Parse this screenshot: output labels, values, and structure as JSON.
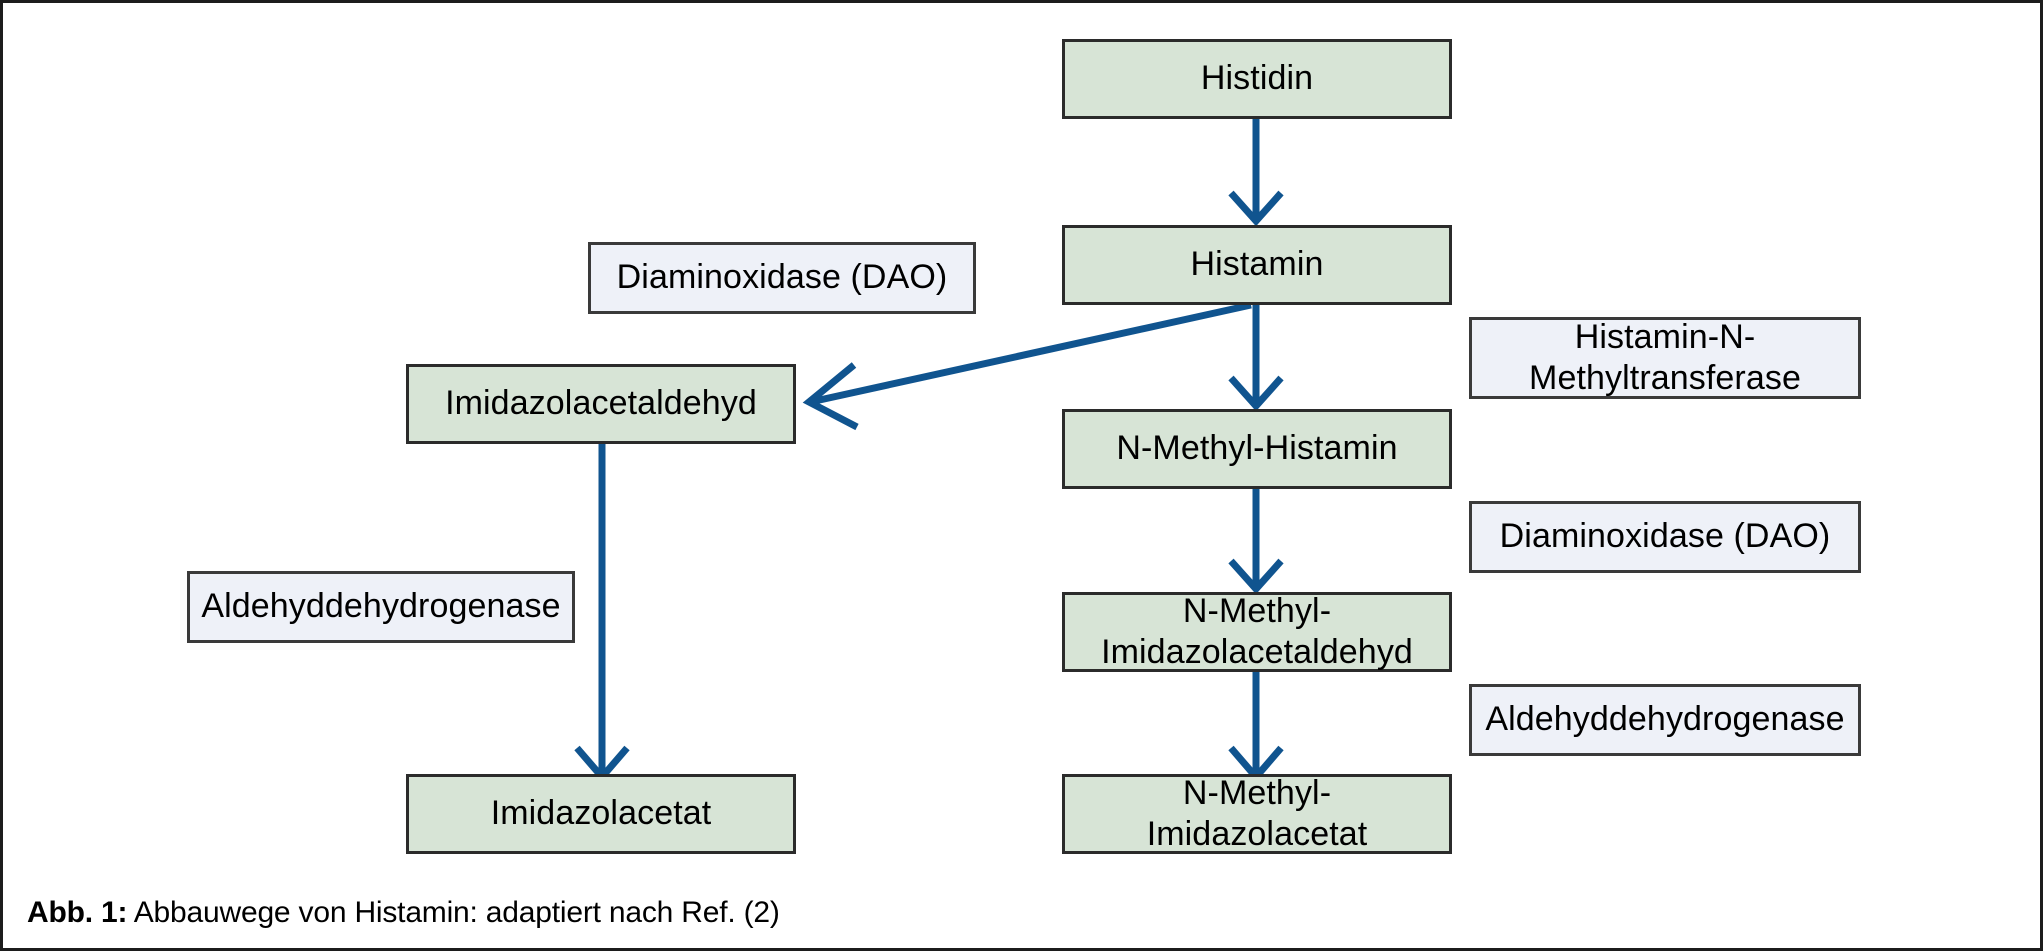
{
  "figure": {
    "caption_label": "Abb. 1:",
    "caption_text": " Abbauwege von Histamin: adaptiert nach Ref. (2)",
    "border_color": "#1c1c1c",
    "background": "#ffffff"
  },
  "colors": {
    "metabolite_fill": "#d7e4d6",
    "metabolite_border": "#2b2b2b",
    "enzyme_fill": "#eef1f8",
    "enzyme_border": "#3a3a3a",
    "arrow": "#10548f",
    "text": "#000000"
  },
  "nodes": {
    "histidin": {
      "label": "Histidin",
      "type": "metabolite"
    },
    "histamin": {
      "label": "Histamin",
      "type": "metabolite"
    },
    "imidazolacetaldehyd": {
      "label": "Imidazolacetaldehyd",
      "type": "metabolite"
    },
    "imidazolacetat": {
      "label": "Imidazolacetat",
      "type": "metabolite"
    },
    "n_methyl_histamin": {
      "label": "N-Methyl-Histamin",
      "type": "metabolite"
    },
    "n_methyl_imidazolacetaldehyd": {
      "label": "N-Methyl-\nImidazolacetaldehyd",
      "type": "metabolite"
    },
    "n_methyl_imidazolacetat": {
      "label": "N-Methyl-\nImidazolacetat",
      "type": "metabolite"
    }
  },
  "enzymes": {
    "dao_left": {
      "label": "Diaminoxidase (DAO)",
      "type": "enzyme"
    },
    "aldh_left": {
      "label": "Aldehyddehydrogenase",
      "type": "enzyme"
    },
    "hnmt_right": {
      "label": "Histamin-N-\nMethyltransferase",
      "type": "enzyme"
    },
    "dao_right": {
      "label": "Diaminoxidase (DAO)",
      "type": "enzyme"
    },
    "aldh_right": {
      "label": "Aldehyddehydrogenase",
      "type": "enzyme"
    }
  },
  "edges": [
    {
      "name": "histidin-to-histamin",
      "from": "histidin",
      "to": "histamin",
      "kind": "vertical"
    },
    {
      "name": "histamin-to-imidazolacetaldehyd",
      "from": "histamin",
      "to": "imidazolacetaldehyd",
      "kind": "diagonal"
    },
    {
      "name": "histamin-to-n-methyl-histamin",
      "from": "histamin",
      "to": "n_methyl_histamin",
      "kind": "vertical"
    },
    {
      "name": "imidazolacetaldehyd-to-imidazolacetat",
      "from": "imidazolacetaldehyd",
      "to": "imidazolacetat",
      "kind": "vertical"
    },
    {
      "name": "n-methyl-histamin-to-n-methyl-imidazolacetaldehyd",
      "from": "n_methyl_histamin",
      "to": "n_methyl_imidazolacetaldehyd",
      "kind": "vertical"
    },
    {
      "name": "n-methyl-imidazolacetaldehyd-to-n-methyl-imidazolacetat",
      "from": "n_methyl_imidazolacetaldehyd",
      "to": "n_methyl_imidazolacetat",
      "kind": "vertical"
    }
  ]
}
